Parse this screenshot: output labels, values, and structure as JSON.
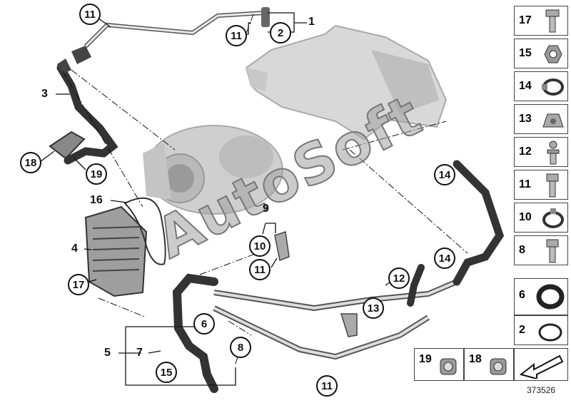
{
  "watermark": "AutoSoft",
  "document_id": "373526",
  "callouts": {
    "c11_top": "11",
    "c11_mid": "11",
    "c2": "2",
    "c1": "1",
    "c3": "3",
    "c18": "18",
    "c19": "19",
    "c16": "16",
    "c9": "9",
    "c10": "10",
    "c4": "4",
    "c11_center": "11",
    "c17": "17",
    "c14_upper": "14",
    "c14_lower": "14",
    "c12": "12",
    "c13": "13",
    "c6": "6",
    "c8": "8",
    "c5": "5",
    "c7": "7",
    "c15": "15",
    "c11_bottom": "11"
  },
  "sidebar": [
    "17",
    "15",
    "14",
    "13",
    "12",
    "11",
    "10",
    "8",
    "6",
    "2"
  ],
  "bottom_parts": [
    "19",
    "18"
  ]
}
